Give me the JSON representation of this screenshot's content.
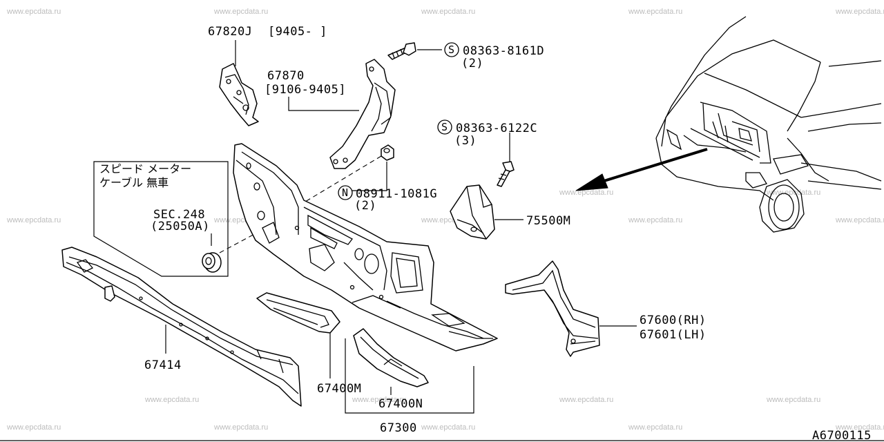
{
  "watermark": "www.epcdata.ru",
  "diagram_code": "A6700115",
  "labels": {
    "p67820j": "67820J",
    "p67820j_range": "[9405-    ]",
    "p67870": "67870",
    "p67870_range": "[9106-9405]",
    "bolt1_prefix": "S",
    "bolt1": "08363-8161D",
    "bolt1_qty": "(2)",
    "bolt2_prefix": "S",
    "bolt2": "08363-6122C",
    "bolt2_qty": "(3)",
    "nut_prefix": "N",
    "nut": "08911-1081G",
    "nut_qty": "(2)",
    "p75500m": "75500M",
    "note_line1": "スピード メーター",
    "note_line2": "ケーブル 無車",
    "sec_ref": "SEC.248",
    "sec_part": "(25050A)",
    "p67414": "67414",
    "p67400m": "67400M",
    "p67400n": "67400N",
    "p67300": "67300",
    "p67600": "67600(RH)",
    "p67601": "67601(LH)"
  },
  "colors": {
    "line": "#000000",
    "watermark": "#bcbcbc",
    "background": "#ffffff"
  }
}
